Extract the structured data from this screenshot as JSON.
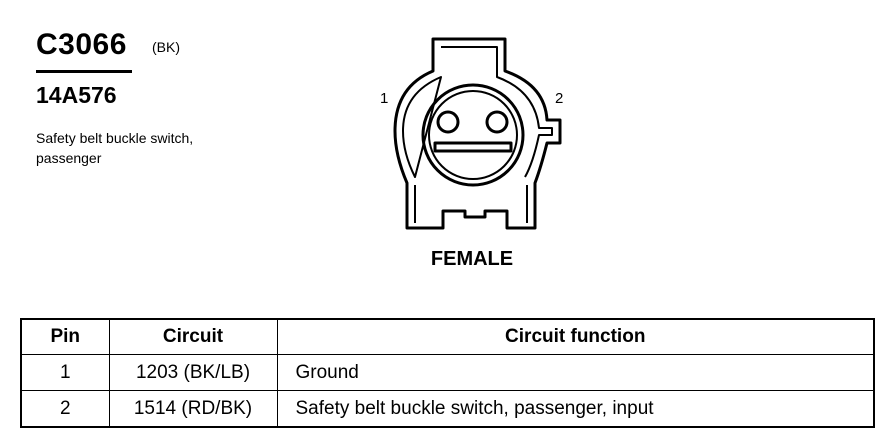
{
  "connector": {
    "id": "C3066",
    "color": "(BK)",
    "part_number": "14A576",
    "description": "Safety belt buckle switch, passenger",
    "pin_label_left": "1",
    "pin_label_right": "2",
    "gender": "FEMALE"
  },
  "table": {
    "headers": [
      "Pin",
      "Circuit",
      "Circuit function"
    ],
    "rows": [
      {
        "pin": "1",
        "circuit": "1203 (BK/LB)",
        "function": "Ground"
      },
      {
        "pin": "2",
        "circuit": "1514 (RD/BK)",
        "function": "Safety belt buckle switch, passenger, input"
      }
    ]
  }
}
